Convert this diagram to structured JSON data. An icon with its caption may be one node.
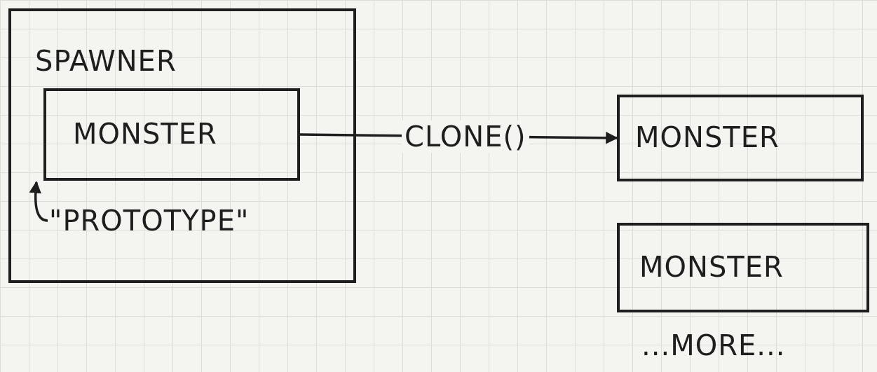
{
  "diagram": {
    "nodes": [
      {
        "text": [
          "SPAWNER"
        ]
      },
      {
        "text": [
          "MONSTER"
        ],
        "in": 0
      },
      {
        "text": [
          "\"PROTOTYPE\""
        ],
        "in": 0
      },
      {
        "text": [
          "MONSTER"
        ]
      },
      {
        "text": [
          "MONSTER"
        ]
      }
    ],
    "edges": [
      {
        "from": 1,
        "to": 3,
        "arrow": "to",
        "label": "CLONE()"
      },
      {
        "from": 2,
        "to": 1,
        "arrow": "to"
      }
    ],
    "labels": [
      "...MORE..."
    ]
  }
}
